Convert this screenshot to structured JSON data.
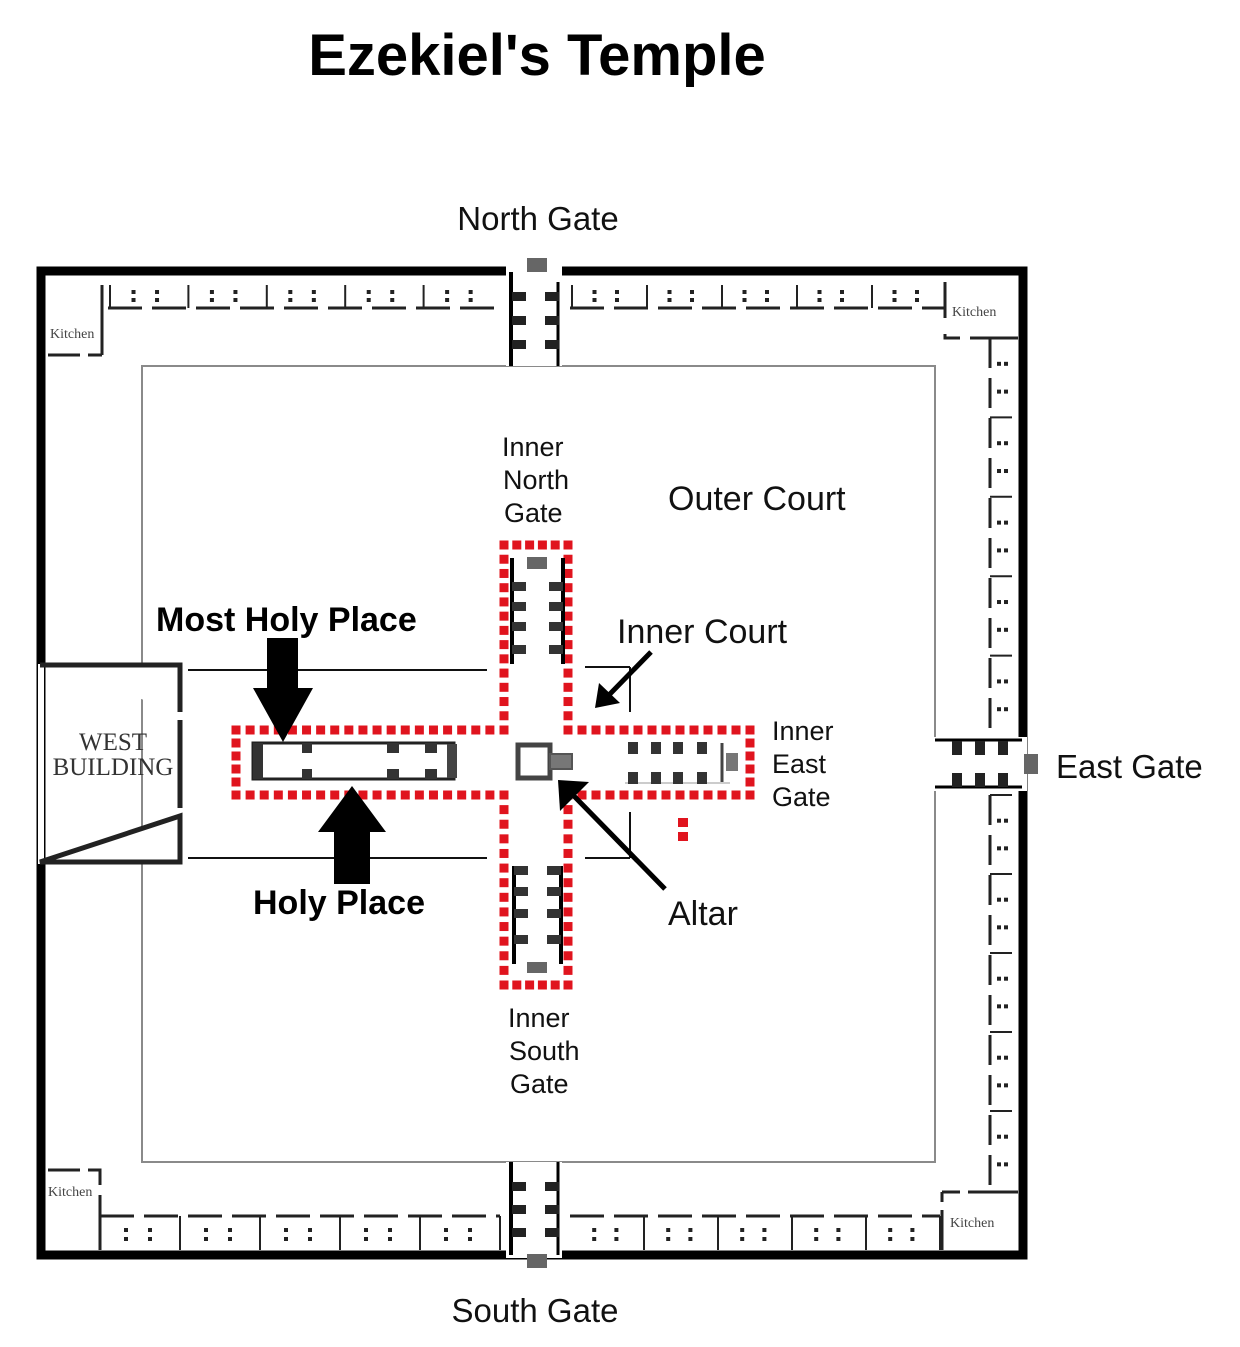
{
  "title": "Ezekiel's Temple",
  "colors": {
    "wall": "#000000",
    "red_dots": "#e0141e",
    "thin_line": "#888888",
    "background": "#ffffff",
    "gate_gray": "#555555"
  },
  "labels": {
    "north_gate": "North Gate",
    "south_gate": "South Gate",
    "east_gate": "East Gate",
    "outer_court": "Outer Court",
    "inner_court": "Inner Court",
    "most_holy_place": "Most Holy Place",
    "holy_place": "Holy Place",
    "altar": "Altar",
    "west_building": [
      "WEST",
      "BUILDING"
    ],
    "inner_north_gate": [
      "Inner",
      "North",
      "Gate"
    ],
    "inner_east_gate": [
      "Inner",
      "East",
      "Gate"
    ],
    "inner_south_gate": [
      "Inner",
      "South",
      "Gate"
    ],
    "kitchen": "Kitchen"
  },
  "kitchens": [
    "north-west",
    "north-east",
    "south-west",
    "south-east"
  ],
  "arrows": [
    {
      "name": "most-holy-place-arrow",
      "points_to": "Most Holy Place",
      "style": "block-down"
    },
    {
      "name": "holy-place-arrow",
      "points_to": "Holy Place",
      "style": "block-up"
    },
    {
      "name": "inner-court-arrow",
      "points_to": "Inner Court",
      "style": "line"
    },
    {
      "name": "altar-arrow",
      "points_to": "Altar",
      "style": "line"
    }
  ]
}
